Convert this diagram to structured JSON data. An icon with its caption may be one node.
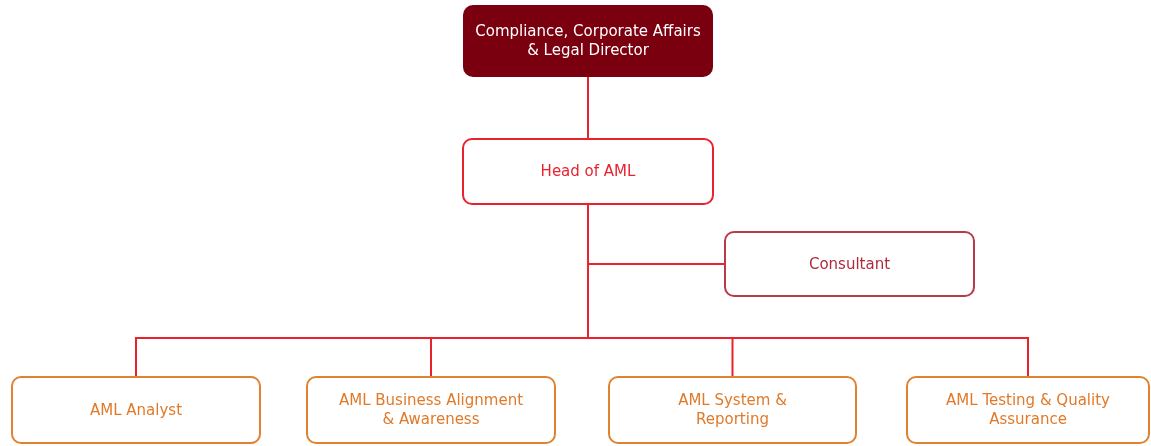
{
  "diagram": {
    "nodes": [
      {
        "text": [
          "Compliance, Corporate Affairs & Legal Director"
        ]
      },
      {
        "text": [
          "Head of AML"
        ]
      },
      {
        "text": [
          "Consultant"
        ]
      },
      {
        "text": [
          "AML Analyst"
        ]
      },
      {
        "text": [
          "AML Business Alignment & Awareness"
        ]
      },
      {
        "text": [
          "AML System & Reporting"
        ]
      },
      {
        "text": [
          "AML Testing & Quality Assurance"
        ]
      }
    ],
    "edges": [
      {
        "from": 0,
        "to": 1,
        "arrow": "none"
      },
      {
        "from": 1,
        "to": 2,
        "arrow": "none"
      },
      {
        "from": 1,
        "to": 3,
        "arrow": "none"
      },
      {
        "from": 1,
        "to": 4,
        "arrow": "none"
      },
      {
        "from": 1,
        "to": 5,
        "arrow": "none"
      },
      {
        "from": 1,
        "to": 6,
        "arrow": "none"
      }
    ]
  }
}
